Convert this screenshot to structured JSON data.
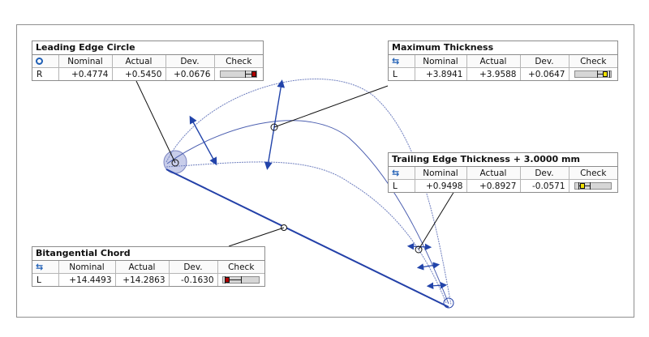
{
  "colors": {
    "profile": "#6f7fbf",
    "chord": "#2340a8",
    "dimension": "#2244aa",
    "leader": "#111111",
    "ok_mark": "#f0e000",
    "fail_mark": "#b00000"
  },
  "panels": {
    "leading_edge": {
      "title": "Leading Edge Circle",
      "icon": "circle-icon",
      "headers": [
        "Nominal",
        "Actual",
        "Dev.",
        "Check"
      ],
      "axis": "R",
      "nominal": "+0.4774",
      "actual": "+0.5450",
      "dev": "+0.0676",
      "check_status": "out-of-tolerance",
      "check_side": "right"
    },
    "max_thickness": {
      "title": "Maximum Thickness",
      "icon": "distance-arrows-icon",
      "headers": [
        "Nominal",
        "Actual",
        "Dev.",
        "Check"
      ],
      "axis": "L",
      "nominal": "+3.8941",
      "actual": "+3.9588",
      "dev": "+0.0647",
      "check_status": "in-tolerance",
      "check_side": "right"
    },
    "trailing_edge": {
      "title": "Trailing Edge Thickness + 3.0000 mm",
      "icon": "distance-arrows-icon",
      "headers": [
        "Nominal",
        "Actual",
        "Dev.",
        "Check"
      ],
      "axis": "L",
      "nominal": "+0.9498",
      "actual": "+0.8927",
      "dev": "-0.0571",
      "check_status": "in-tolerance",
      "check_side": "left"
    },
    "bitangential_chord": {
      "title": "Bitangential Chord",
      "icon": "distance-arrows-icon",
      "headers": [
        "Nominal",
        "Actual",
        "Dev.",
        "Check"
      ],
      "axis": "L",
      "nominal": "+14.4493",
      "actual": "+14.2863",
      "dev": "-0.1630",
      "check_status": "out-of-tolerance",
      "check_side": "left"
    }
  }
}
